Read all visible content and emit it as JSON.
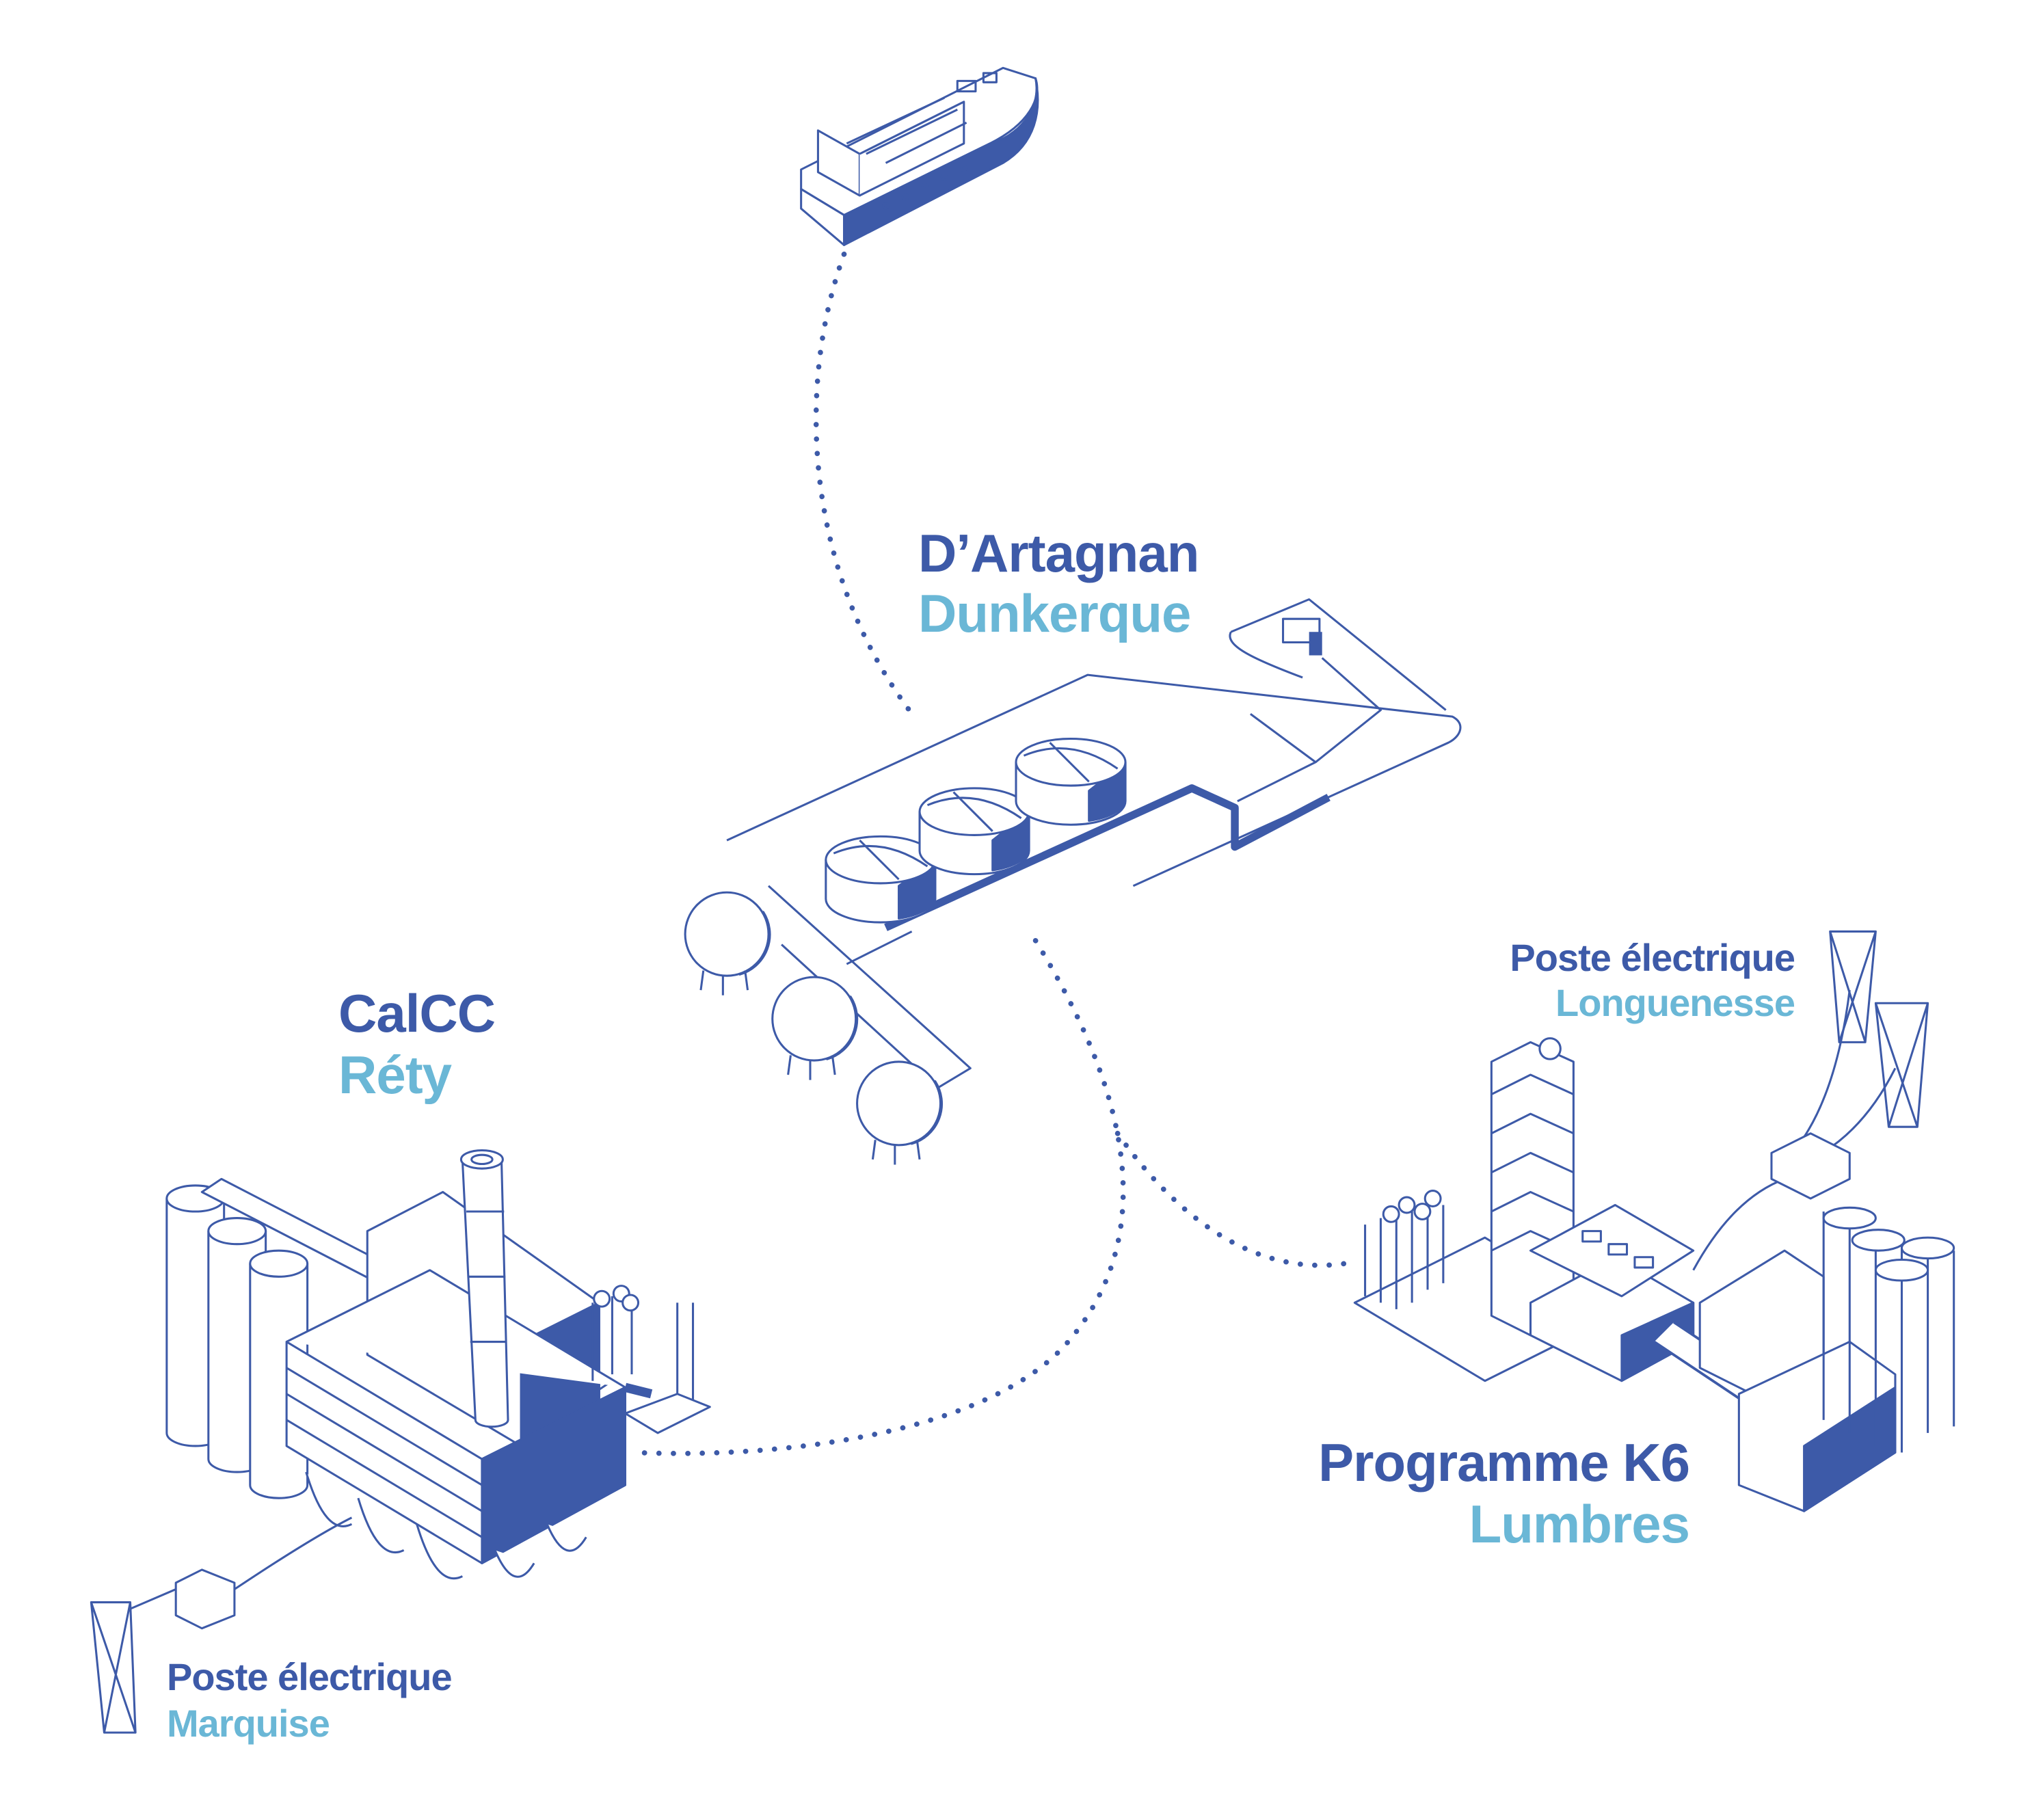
{
  "colors": {
    "primary": "#3d5aa8",
    "secondary": "#6ab7d6",
    "background": "#ffffff"
  },
  "sites": {
    "terminal": {
      "name": "D’Artagnan",
      "place": "Dunkerque"
    },
    "calcc": {
      "name": "CalCC",
      "place": "Réty"
    },
    "k6": {
      "name": "Programme K6",
      "place": "Lumbres"
    },
    "substation_east": {
      "name": "Poste électrique",
      "place": "Longuenesse"
    },
    "substation_west": {
      "name": "Poste électrique",
      "place": "Marquise"
    }
  }
}
